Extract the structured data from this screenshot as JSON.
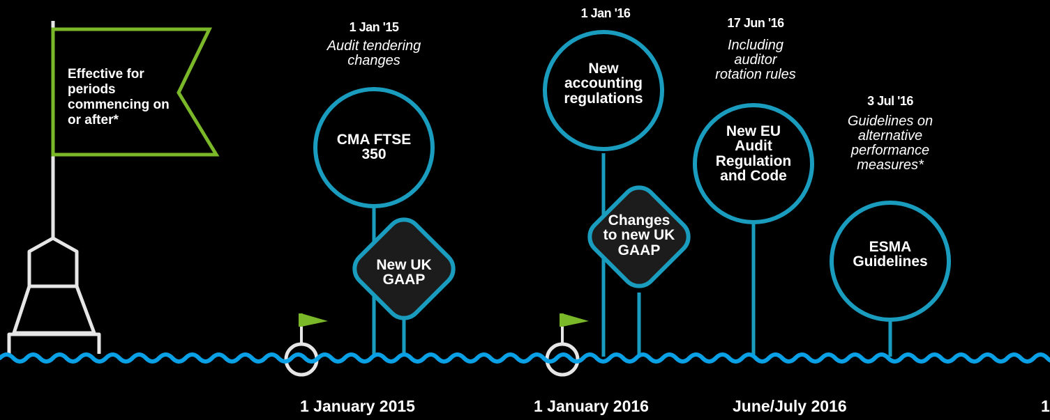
{
  "flag": {
    "text": "Effective for periods commencing on or after*"
  },
  "events": [
    {
      "date": "1 Jan '15",
      "note": "Audit tendering changes",
      "label": "CMA FTSE 350"
    },
    {
      "label": "New UK GAAP"
    },
    {
      "date": "1 Jan '16",
      "label": "New accounting regulations"
    },
    {
      "label": "Changes to new UK GAAP"
    },
    {
      "date": "17 Jun '16",
      "note": "Including auditor rotation rules",
      "label": "New EU Audit Regulation and Code"
    },
    {
      "date": "3 Jul '16",
      "note": "Guidelines on alternative performance measures*",
      "label": "ESMA Guidelines"
    }
  ],
  "axis_labels": [
    "1 January 2015",
    "1 January 2016",
    "June/July 2016",
    "1"
  ],
  "colors": {
    "background": "#000000",
    "water": "#0aa0e6",
    "circle": "#1a9cbf",
    "flag": "#7ab829",
    "buoy": "#e6e6e6",
    "diamond_fill": "#1c1c1c"
  }
}
